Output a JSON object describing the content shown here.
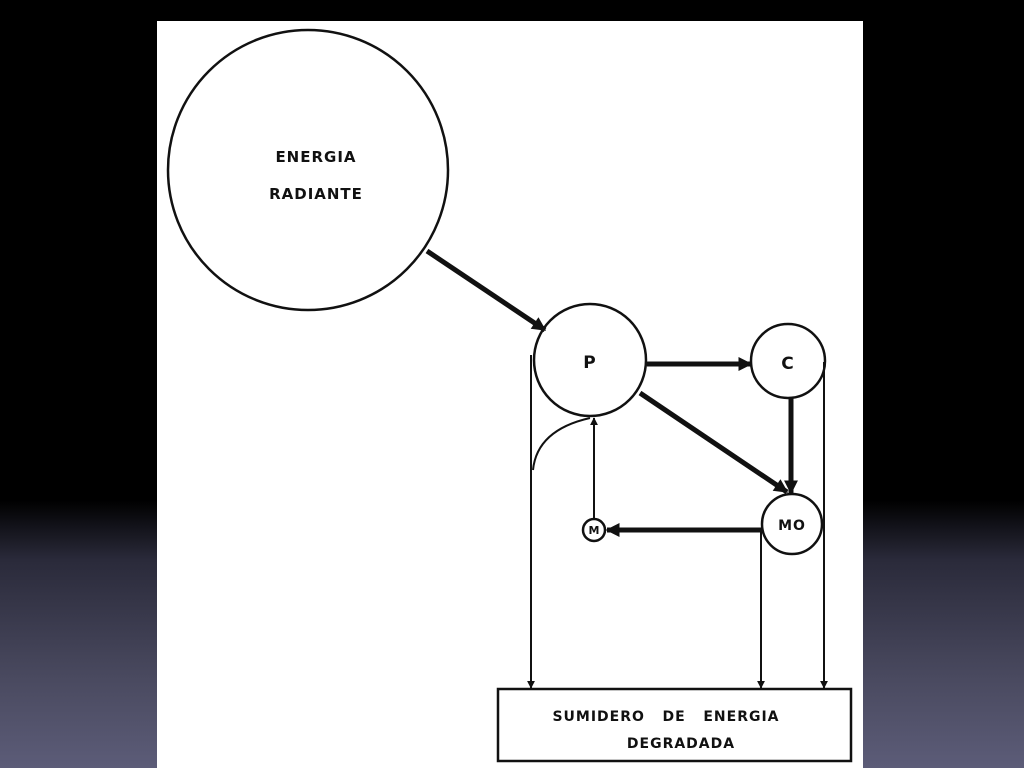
{
  "diagram": {
    "source_node": {
      "line1": "ENERGIA",
      "line2": "RADIANTE"
    },
    "producer": {
      "label": "P"
    },
    "consumer": {
      "label": "C"
    },
    "organic_matter": {
      "label": "MO"
    },
    "minerals": {
      "label": "M"
    },
    "sink": {
      "line1": "SUMIDERO   DE   ENERGIA",
      "line2": "DEGRADADA"
    }
  },
  "colors": {
    "ink": "#111111",
    "paper": "#ffffff",
    "background_top": "#000000",
    "background_bottom": "#5c5c78"
  }
}
